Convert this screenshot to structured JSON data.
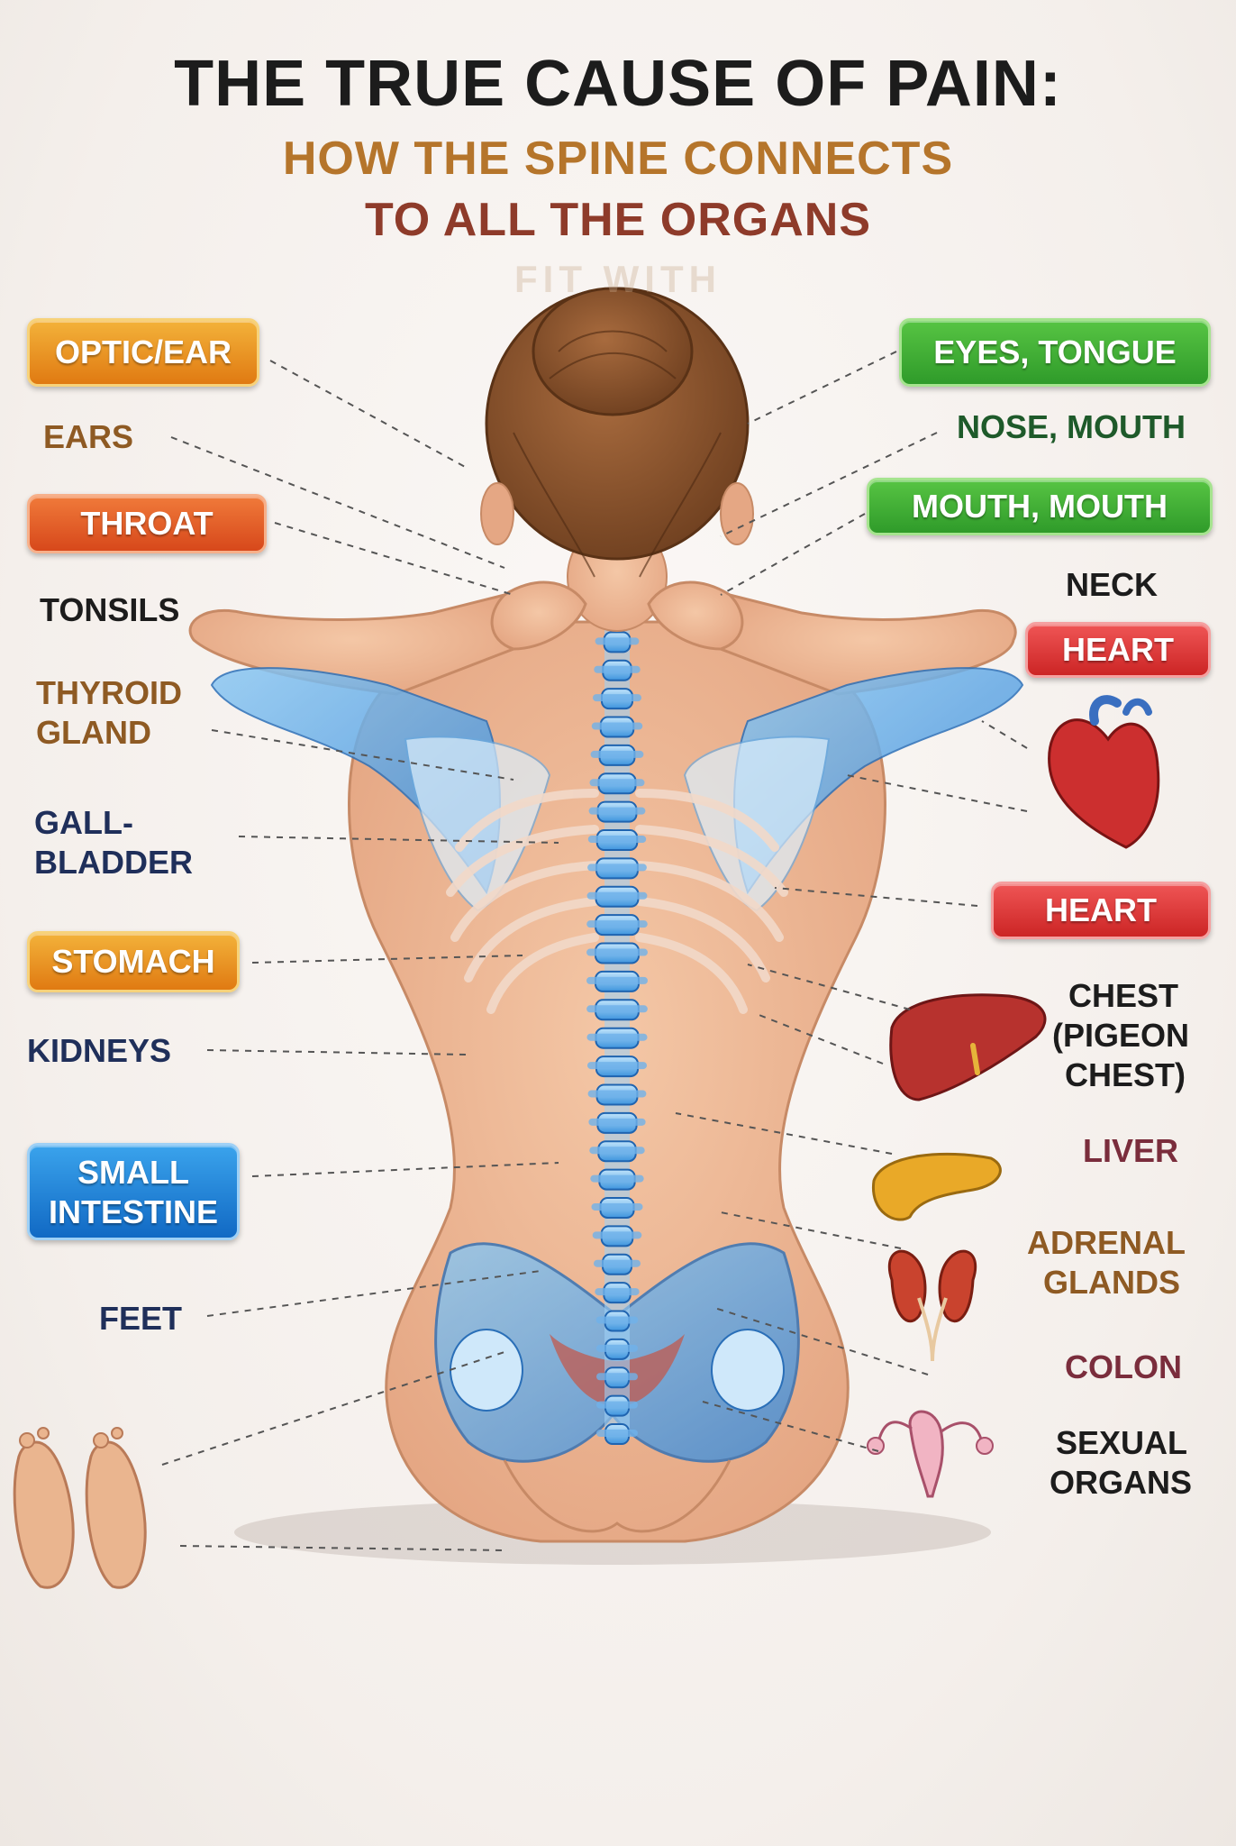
{
  "header": {
    "title": "THE TRUE CAUSE OF PAIN:",
    "subtitle_line1": "HOW THE SPINE CONNECTS",
    "subtitle_line2": "TO ALL THE ORGANS",
    "watermark": "FIT WITH"
  },
  "left_labels": {
    "optic_ear": "OPTIC/EAR",
    "ears": "EARS",
    "throat": "THROAT",
    "tonsils": "TONSILS",
    "thyroid_1": "THYROID",
    "thyroid_2": "GLAND",
    "gall_1": "GALL-",
    "gall_2": "BLADDER",
    "stomach": "STOMACH",
    "kidneys": "KIDNEYS",
    "small_1": "SMALL",
    "small_2": "INTESTINE",
    "feet": "FEET"
  },
  "right_labels": {
    "eyes_tongue": "EYES, TONGUE",
    "nose_mouth": "NOSE, MOUTH",
    "mouth_mouth": "MOUTH, MOUTH",
    "neck": "NECK",
    "heart_1": "HEART",
    "heart_2": "HEART",
    "chest_1": "CHEST",
    "chest_2": "(PIGEON",
    "chest_3": "CHEST)",
    "liver": "LIVER",
    "adrenal_1": "ADRENAL",
    "adrenal_2": "GLANDS",
    "colon": "COLON",
    "sexual_1": "SEXUAL",
    "sexual_2": "ORGANS"
  },
  "colors": {
    "orange": "#e07a12",
    "green": "#2f9b2a",
    "red": "#cc2525",
    "blue": "#1169c4",
    "dark_text": "#1c1c1c",
    "brown_text": "#8e5a23",
    "maroon_text": "#7a2d3c"
  }
}
